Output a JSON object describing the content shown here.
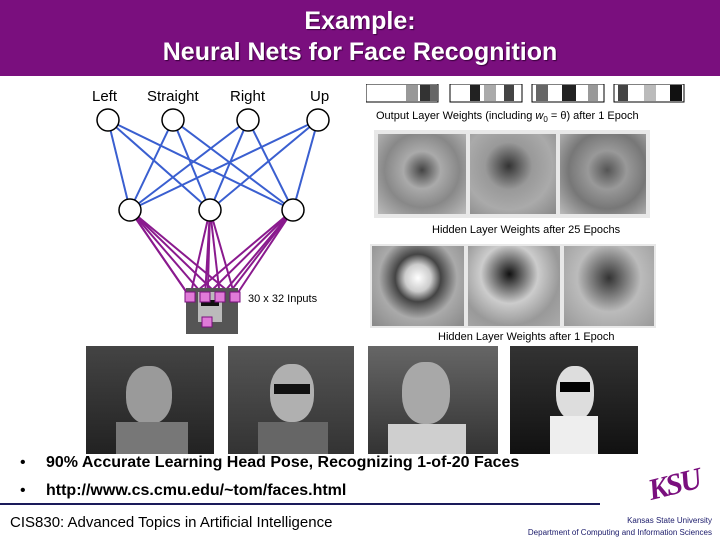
{
  "title": {
    "line1": "Example:",
    "line2": "Neural Nets for Face Recognition"
  },
  "outputs": {
    "left": "Left",
    "straight": "Straight",
    "right": "Right",
    "up": "Up"
  },
  "captions": {
    "output_weights_prefix": "Output Layer Weights (including ",
    "output_weights_w0": "w",
    "output_weights_sub": "0",
    "output_weights_suffix": " = θ) after 1 Epoch",
    "hidden_25": "Hidden Layer Weights after 25 Epochs",
    "inputs": "30 x 32 Inputs",
    "hidden_1": "Hidden Layer Weights after 1 Epoch"
  },
  "bullets": [
    "90% Accurate Learning Head Pose, Recognizing 1-of-20 Faces",
    "http://www.cs.cmu.edu/~tom/faces.html"
  ],
  "footer": {
    "course": "CIS830: Advanced Topics in Artificial Intelligence",
    "logo": "KSU",
    "university": "Kansas State University",
    "department": "Department of Computing and Information Sciences"
  },
  "colors": {
    "title_bg": "#7a0f7e",
    "edge_blue": "#3a5fd0",
    "edge_purple": "#8a1a8e",
    "input_pink": "#e07ad8"
  }
}
